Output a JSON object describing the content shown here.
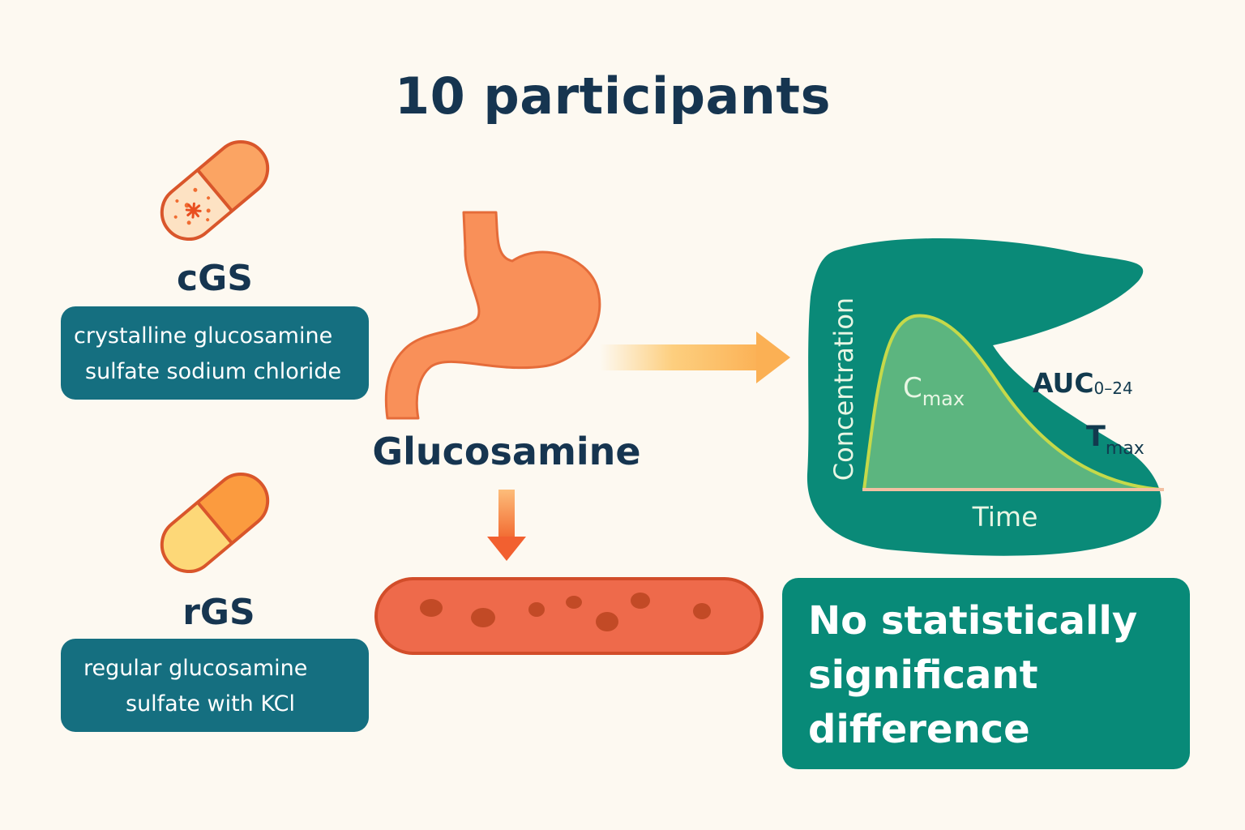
{
  "title": "10 participants",
  "cgs": {
    "code": "cGS",
    "description_lines": [
      "crystalline glucosamine",
      "sulfate sodium chloride"
    ]
  },
  "rgs": {
    "code": "rGS",
    "description_lines": [
      "regular glucosamine",
      "sulfate with KCl"
    ]
  },
  "center_label": "Glucosamine",
  "graph": {
    "y_axis_label": "Concentration",
    "x_axis_label": "Time",
    "cmax": {
      "main": "C",
      "sub": "max"
    },
    "auc": {
      "main": "AUC",
      "sub": "0–24"
    },
    "tmax": {
      "main": "T",
      "sub": "max"
    }
  },
  "result_lines": [
    "No statistically",
    "significant",
    "difference"
  ],
  "colors": {
    "background": "#fdf9f1",
    "navy_text": "#163550",
    "teal_box": "#156f80",
    "liver_green": "#0a8a78",
    "curve_fill": "#5cb57f",
    "stomach_orange": "#f99059",
    "blood_vessel": "#ee6a4b"
  }
}
